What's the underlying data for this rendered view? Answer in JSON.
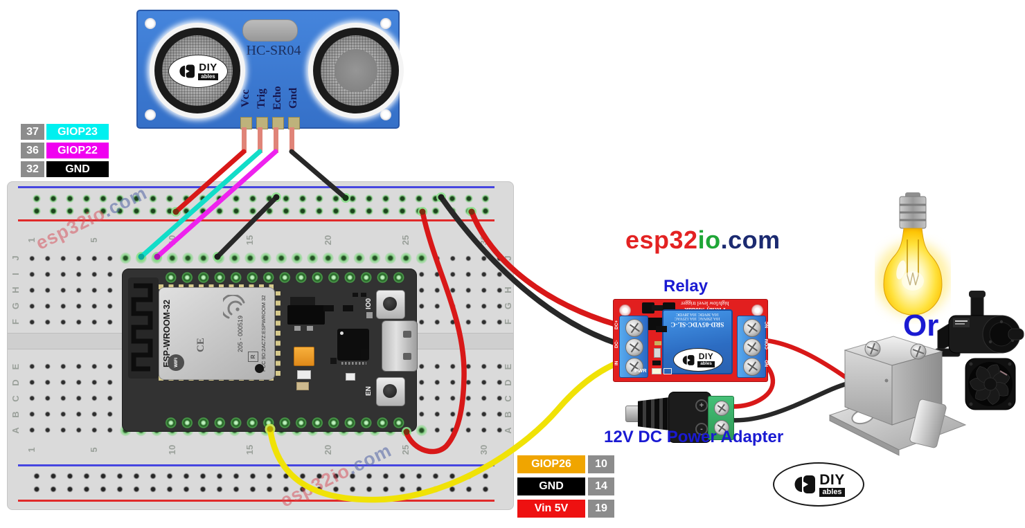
{
  "hcsr04": {
    "title": "HC-SR04",
    "pins": [
      "Vcc",
      "Trig",
      "Echo",
      "Gnd"
    ]
  },
  "brand": {
    "diy": "DIY",
    "ables": "ables"
  },
  "top_pin_labels": [
    {
      "num": "37",
      "name": "GIOP23",
      "color": "#00f0f0"
    },
    {
      "num": "36",
      "name": "GIOP22",
      "color": "#f000f0"
    },
    {
      "num": "32",
      "name": "GND",
      "color": "#000000"
    }
  ],
  "bottom_pin_labels": [
    {
      "name": "GIOP26",
      "num": "10",
      "color": "#f0a500"
    },
    {
      "name": "GND",
      "num": "14",
      "color": "#000000"
    },
    {
      "name": "Vin 5V",
      "num": "19",
      "color": "#ee1111"
    }
  ],
  "breadboard": {
    "letters": [
      "J",
      "I",
      "H",
      "G",
      "F",
      "E",
      "D",
      "C",
      "B",
      "A"
    ],
    "cols": [
      "1",
      "5",
      "10",
      "15",
      "20",
      "25",
      "30"
    ],
    "watermark": {
      "p1": "esp32io",
      "p2": ".com"
    }
  },
  "esp32": {
    "module": "ESP-WROOM-32",
    "wifi": "WIFI",
    "ce": "CE",
    "reg": "R",
    "serial": "205 - 000519",
    "fcc": "FCC 9D:2AC7Z:ESPWROOM 32",
    "io0": "IO0",
    "en": "EN"
  },
  "site_logo": {
    "p1": "esp32",
    "p2": "io",
    "p3": ".com",
    "c1": "#e32222",
    "c2": "#1fa637",
    "c3": "#1b2a70"
  },
  "relay": {
    "label": "Relay",
    "module_line1": "1 Relay Module",
    "module_line2": "high/low level trigger",
    "cube_model": "SRD-05VDC-SL-C",
    "cube_rating1": "10A 250VAC 10A 125VAC",
    "cube_rating2": "10A 30VDC 10A 28VDC",
    "pwr": "PWR",
    "left_terminals": [
      "DC+",
      "DC-",
      "IN"
    ],
    "right_terminals": [
      "NC",
      "COM",
      "NO"
    ]
  },
  "adapter": {
    "label": "12V DC Power Adapter",
    "plus": "+",
    "minus": "-"
  },
  "loads": {
    "or_label": "Or"
  },
  "wire_colors": {
    "vcc": "#d81818",
    "trig": "#12ddc8",
    "echo": "#ee22ee",
    "gnd": "#282828",
    "vin": "#d81818",
    "giop26": "#f0e206",
    "power_red": "#d81818",
    "power_black": "#282828",
    "pin_stub": "#e08478"
  }
}
